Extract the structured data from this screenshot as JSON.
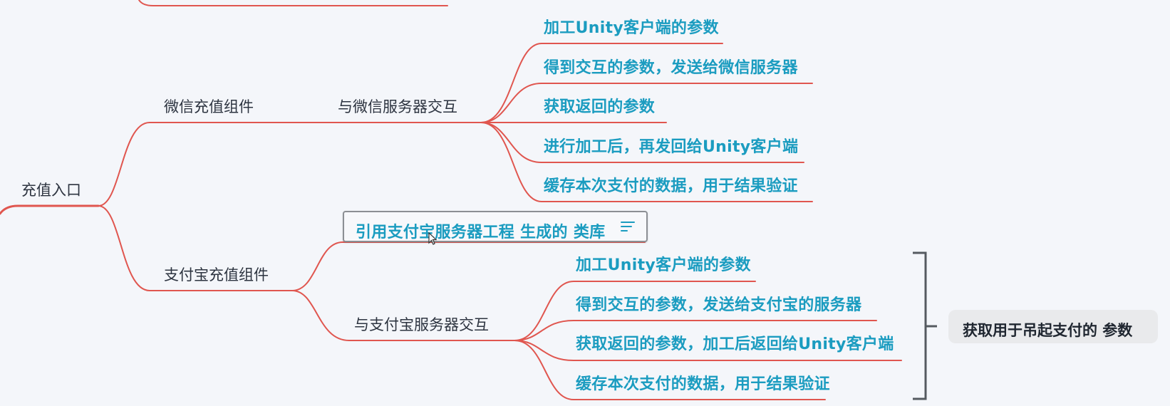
{
  "mindmap": {
    "root": {
      "label": "充值入口"
    },
    "branches": [
      {
        "label": "微信充值组件",
        "children": [
          {
            "label": "与微信服务器交互",
            "children": [
              {
                "label": "加工Unity客户端的参数"
              },
              {
                "label": "得到交互的参数，发送给微信服务器"
              },
              {
                "label": "获取返回的参数"
              },
              {
                "label": "进行加工后，再发回给Unity客户端"
              },
              {
                "label": "缓存本次支付的数据，用于结果验证"
              }
            ]
          }
        ]
      },
      {
        "label": "支付宝充值组件",
        "children": [
          {
            "label": "引用支付宝服务器工程 生成的 类库",
            "has_note": true,
            "selected": true
          },
          {
            "label": "与支付宝服务器交互",
            "children": [
              {
                "label": "加工Unity客户端的参数"
              },
              {
                "label": "得到交互的参数，发送给支付宝的服务器"
              },
              {
                "label": "获取返回的参数，加工后返回给Unity客户端"
              },
              {
                "label": "缓存本次支付的数据，用于结果验证"
              }
            ],
            "summary": {
              "label": "获取用于吊起支付的 参数"
            }
          }
        ]
      }
    ]
  },
  "colors": {
    "background": "#f4f6fa",
    "branch_line": "#e0564f",
    "leaf_text": "#1b9cc0",
    "node_text": "#2d3440",
    "bracket": "#555a60",
    "summary_bg": "#e9eaec",
    "selection_border": "#8c8f94"
  },
  "icons": {
    "note": "notes-icon",
    "cursor": "mouse-cursor-icon"
  }
}
